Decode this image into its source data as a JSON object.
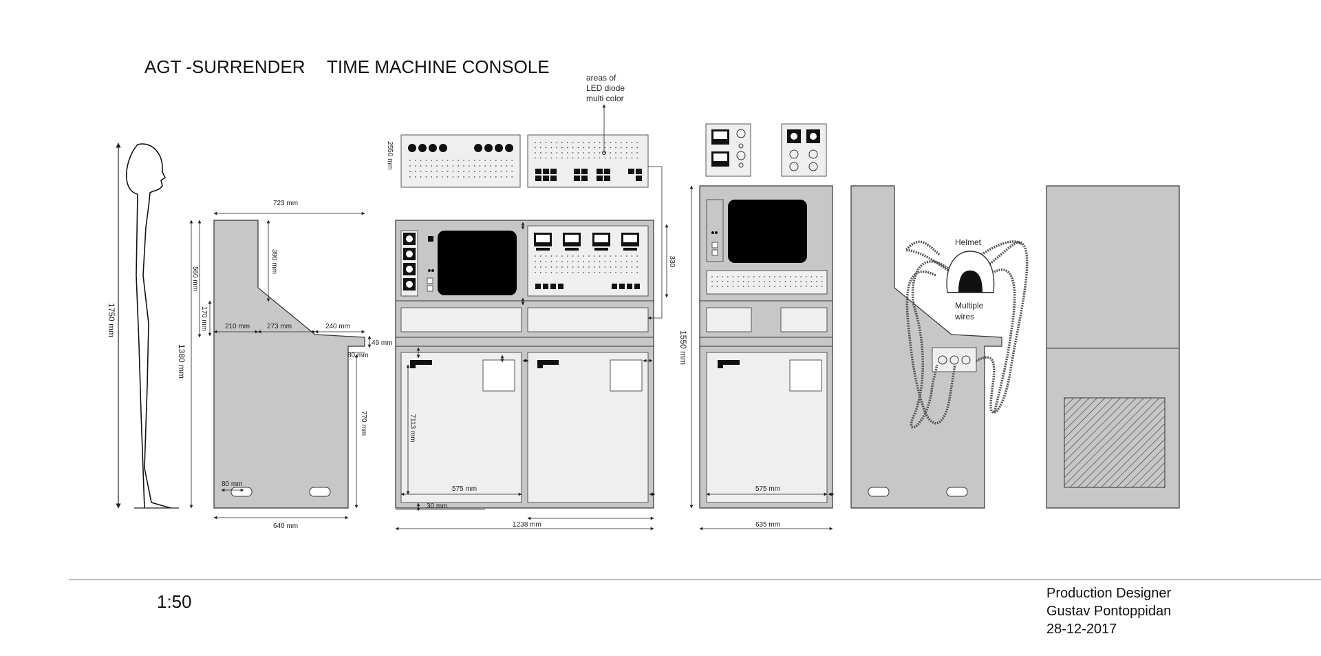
{
  "header": {
    "project": "AGT -SURRENDER",
    "title": "TIME MACHINE CONSOLE"
  },
  "dimensions": {
    "person_height": "1750 mm",
    "side_width_top": "723 mm",
    "side_upper_height": "560 mm",
    "side_390": "390 mm",
    "side_170": "170 mm",
    "side_210": "210 mm",
    "side_273": "273 mm",
    "side_240": "240 mm",
    "side_49": "49 mm",
    "side_80_ledge": "80 mm",
    "side_total_height": "1380 mm",
    "side_770": "770 mm",
    "side_80_foot": "80 mm",
    "side_base": "640 mm",
    "top_panel_height": "2550 mm",
    "front_330": "330",
    "front_door_height": "7113 mm",
    "front_door_width": "575 mm",
    "front_plinth": "30 mm",
    "front_total_width": "1238 mm",
    "single_height": "1550 mm",
    "single_door_width": "575 mm",
    "single_total_width": "635 mm"
  },
  "annotations": {
    "led_line1": "areas of",
    "led_line2": "LED diode",
    "led_line3": "multi color",
    "helmet": "Helmet",
    "wires_line1": "Multiple",
    "wires_line2": "wires"
  },
  "footer": {
    "scale": "1:50",
    "role": "Production Designer",
    "name": "Gustav Pontoppidan",
    "date": "28-12-2017"
  },
  "colors": {
    "cabinet": "#c8c7c7",
    "panel": "#efefef",
    "ink": "#222222",
    "screen": "#000000"
  }
}
